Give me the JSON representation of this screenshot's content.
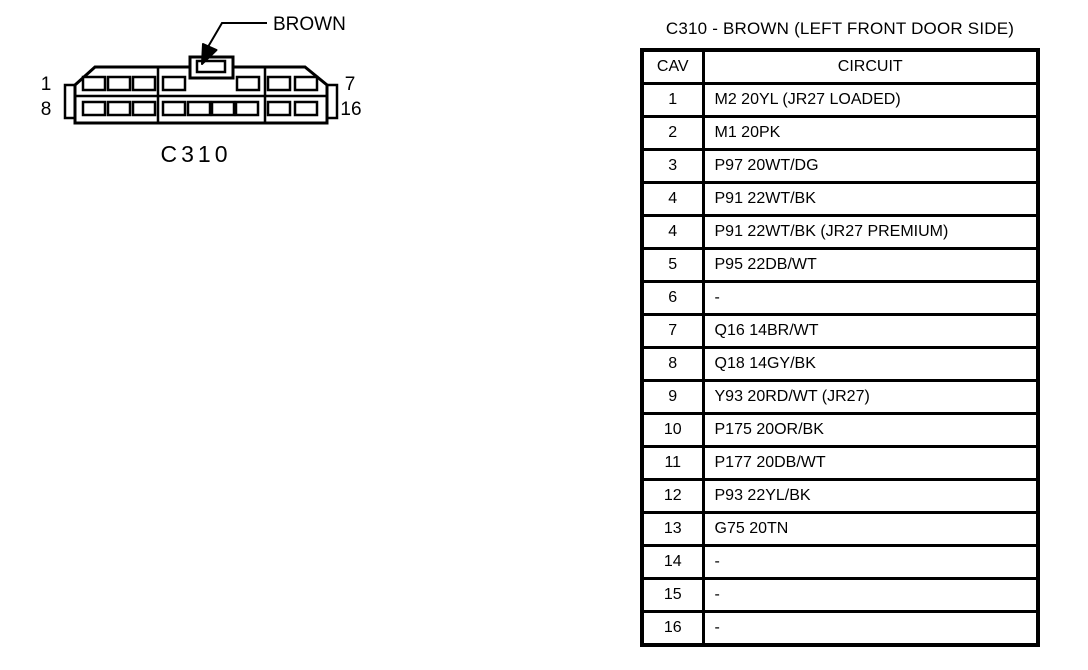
{
  "page": {
    "background": "#ffffff",
    "ink": "#000000"
  },
  "diagram": {
    "connector_label": "C310",
    "color_callout": "BROWN",
    "pin_labels": {
      "first_top": "1",
      "first_bottom": "8",
      "last_top": "7",
      "last_bottom": "16"
    }
  },
  "table": {
    "title": "C310 - BROWN (LEFT FRONT DOOR SIDE)",
    "columns": {
      "cav": "CAV",
      "circuit": "CIRCUIT"
    },
    "rows": [
      {
        "cav": "1",
        "circuit": "M2 20YL (JR27 LOADED)"
      },
      {
        "cav": "2",
        "circuit": "M1 20PK"
      },
      {
        "cav": "3",
        "circuit": "P97 20WT/DG"
      },
      {
        "cav": "4",
        "circuit": "P91 22WT/BK"
      },
      {
        "cav": "4",
        "circuit": "P91 22WT/BK (JR27 PREMIUM)"
      },
      {
        "cav": "5",
        "circuit": "P95 22DB/WT"
      },
      {
        "cav": "6",
        "circuit": "-"
      },
      {
        "cav": "7",
        "circuit": "Q16 14BR/WT"
      },
      {
        "cav": "8",
        "circuit": "Q18 14GY/BK"
      },
      {
        "cav": "9",
        "circuit": "Y93 20RD/WT (JR27)"
      },
      {
        "cav": "10",
        "circuit": "P175 20OR/BK"
      },
      {
        "cav": "11",
        "circuit": "P177 20DB/WT"
      },
      {
        "cav": "12",
        "circuit": "P93 22YL/BK"
      },
      {
        "cav": "13",
        "circuit": "G75 20TN"
      },
      {
        "cav": "14",
        "circuit": "-"
      },
      {
        "cav": "15",
        "circuit": "-"
      },
      {
        "cav": "16",
        "circuit": "-"
      }
    ]
  }
}
